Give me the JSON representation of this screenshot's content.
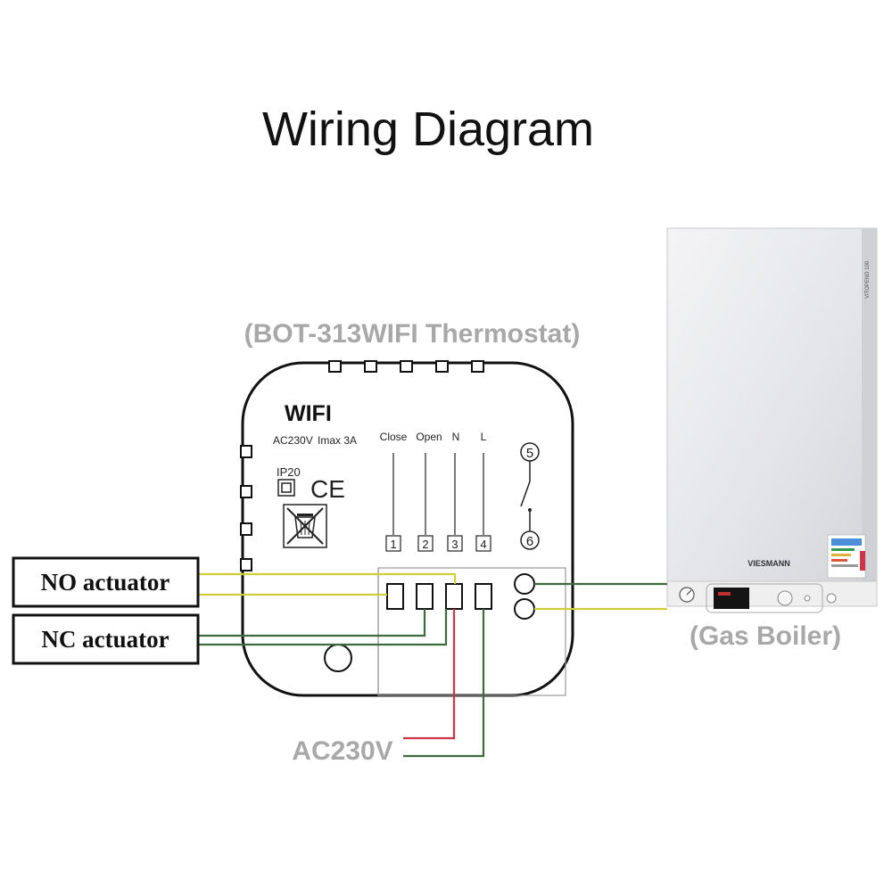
{
  "diagram": {
    "title": "Wiring Diagram",
    "thermostat_caption": "(BOT-313WIFI Thermostat)",
    "boiler_caption": "(Gas Boiler)",
    "power_label": "AC230V"
  },
  "thermostat": {
    "wifi_label": "WIFI",
    "rating_voltage": "AC230V",
    "rating_current": "Imax 3A",
    "ip_rating": "IP20",
    "ce_mark": "CE",
    "terminal_headers": [
      "Close",
      "Open",
      "N",
      "L"
    ],
    "terminal_numbers": [
      "1",
      "2",
      "3",
      "4"
    ],
    "relay_terminals": [
      "5",
      "6"
    ]
  },
  "actuators": {
    "no_label": "NO actuator",
    "nc_label": "NC actuator"
  },
  "boiler": {
    "brand": "VIESMANN",
    "model_text": "VITOPEND 100"
  },
  "colors": {
    "wire_yellow": "#cfcf3a",
    "wire_green": "#3e6b3e",
    "wire_red": "#d0344a",
    "caption_gray": "#a8a8a8"
  }
}
